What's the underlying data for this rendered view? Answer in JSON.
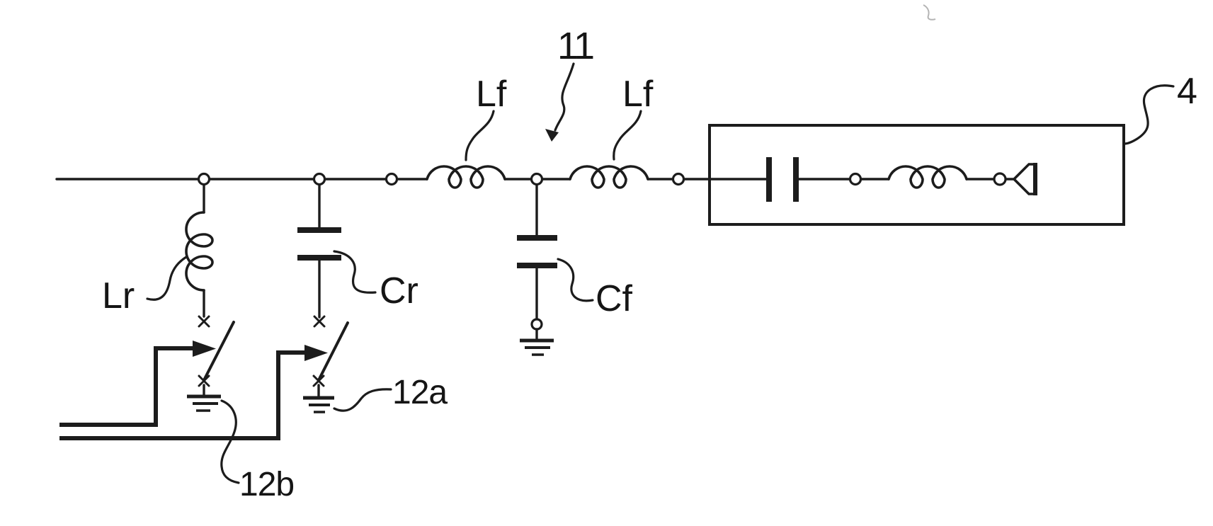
{
  "figure": {
    "background_color": "#ffffff",
    "line_color": "#1c1c1c",
    "labels": {
      "ref_11": "11",
      "ref_4": "4",
      "lf_left": "Lf",
      "lf_right": "Lf",
      "lr": "Lr",
      "cr": "Cr",
      "cf": "Cf",
      "ref_12a": "12a",
      "ref_12b": "12b"
    },
    "components": [
      {
        "name": "series-inductor-lf-left",
        "symbol": "inductor-coil"
      },
      {
        "name": "series-inductor-lf-right",
        "symbol": "inductor-coil"
      },
      {
        "name": "shunt-inductor-lr",
        "symbol": "inductor-coil-vertical"
      },
      {
        "name": "shunt-capacitor-cr",
        "symbol": "capacitor-plates"
      },
      {
        "name": "shunt-capacitor-cf",
        "symbol": "capacitor-plates-to-ground"
      },
      {
        "name": "block-4",
        "symbol": "box with series capacitor, inductor and transducer"
      },
      {
        "name": "switch-12a",
        "symbol": "switch-to-ground with control arrow"
      },
      {
        "name": "switch-12b",
        "symbol": "switch-to-ground with control arrow"
      }
    ]
  }
}
